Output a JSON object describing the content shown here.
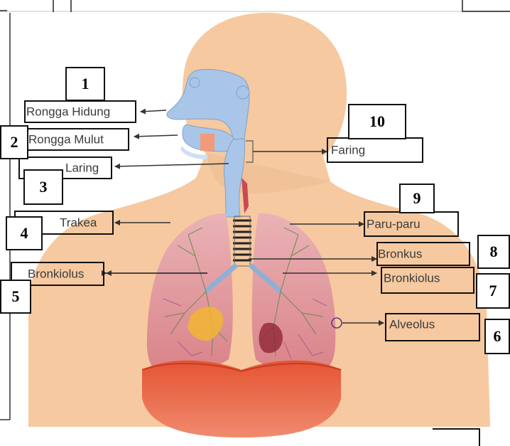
{
  "labels": {
    "rongga_hidung": "Rongga Hidung",
    "rongga_mulut": "Rongga Mulut",
    "laring": "Laring",
    "trakea": "Trakea",
    "bronkiolus_left": "Bronkiolus",
    "faring": "Faring",
    "paru_paru": "Paru-paru",
    "bronkus": "Bronkus",
    "bronkiolus_right": "Bronkiolus",
    "alveolus": "Alveolus"
  },
  "numbers": {
    "n1": "1",
    "n2": "2",
    "n3": "3",
    "n4": "4",
    "n5": "5",
    "n6": "6",
    "n7": "7",
    "n8": "8",
    "n9": "9",
    "n10": "10"
  },
  "colors": {
    "skin": "#f6c9a0",
    "airway": "#a9c6e8",
    "lung": "#e3a2a8",
    "diaphragm": "#e8573a",
    "vessel": "#b0557a"
  }
}
